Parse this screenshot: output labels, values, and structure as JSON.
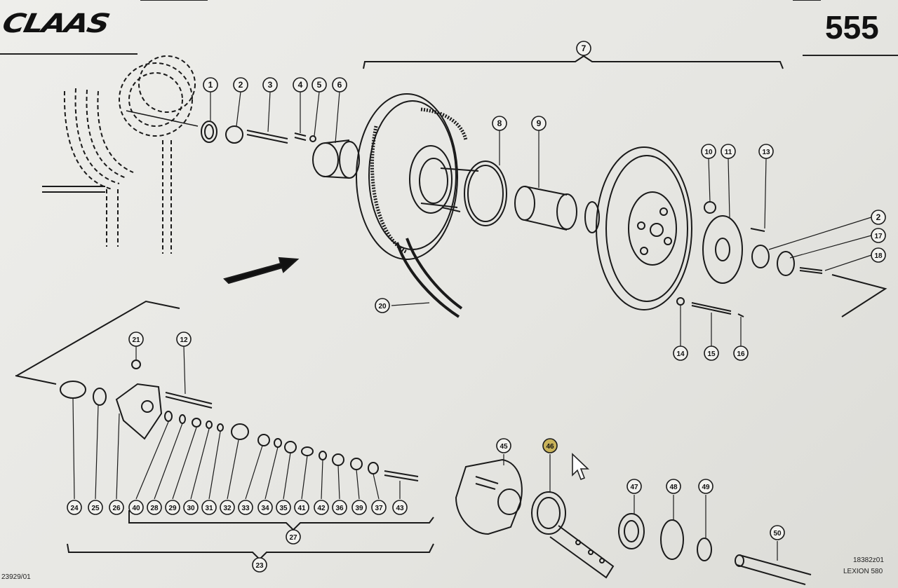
{
  "header": {
    "brand": "CLAAS",
    "page_number": "555"
  },
  "footer": {
    "left_ref": "23929/01",
    "right_ref": "18382z01",
    "model": "LEXION 580"
  },
  "callouts": {
    "c1": "1",
    "c2": "2",
    "c3": "3",
    "c4": "4",
    "c5": "5",
    "c6": "6",
    "c7": "7",
    "c8": "8",
    "c9": "9",
    "c10": "10",
    "c11": "11",
    "c13": "13",
    "c2b": "2",
    "c17": "17",
    "c18": "18",
    "c20": "20",
    "c14": "14",
    "c15": "15",
    "c16": "16",
    "c21": "21",
    "c12": "12",
    "c24": "24",
    "c25": "25",
    "c26": "26",
    "c40": "40",
    "c28": "28",
    "c29": "29",
    "c30": "30",
    "c31": "31",
    "c32": "32",
    "c33": "33",
    "c34": "34",
    "c35": "35",
    "c41": "41",
    "c42": "42",
    "c36": "36",
    "c39": "39",
    "c37": "37",
    "c43": "43",
    "c27": "27",
    "c23": "23",
    "c45": "45",
    "c46": "46",
    "c47": "47",
    "c48": "48",
    "c49": "49",
    "c50": "50"
  },
  "colors": {
    "ink": "#1a1a1a",
    "paper": "#ececea",
    "highlight": "#c9b35a"
  },
  "icons": {
    "cursor": "arrow-pointer-icon",
    "direction": "direction-arrow-icon"
  }
}
